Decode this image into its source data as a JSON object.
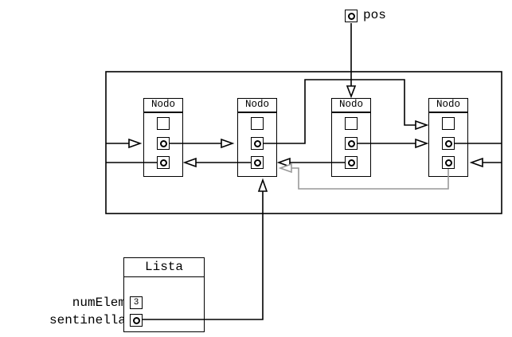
{
  "pos": {
    "label": "pos"
  },
  "nodes": [
    {
      "label": "Nodo"
    },
    {
      "label": "Nodo"
    },
    {
      "label": "Nodo"
    },
    {
      "label": "Nodo"
    }
  ],
  "lista": {
    "title": "Lista",
    "numElem": {
      "label": "numElem",
      "value": "3"
    },
    "sentinella": {
      "label": "sentinella"
    }
  },
  "icons": {
    "pointer": "circle-in-square pointer icon"
  },
  "colors": {
    "line": "#000000",
    "bypass_line": "#999999",
    "background": "#ffffff"
  },
  "edges": [
    {
      "from": "pos",
      "to": "node3.top",
      "style": "black"
    },
    {
      "from": "node1.next",
      "to": "node2",
      "style": "black"
    },
    {
      "from": "node2.next",
      "to": "node4",
      "style": "black",
      "note": "bypasses node3 over the top"
    },
    {
      "from": "node3.next",
      "to": "node4",
      "style": "black"
    },
    {
      "from": "node4.next",
      "to": "node1",
      "style": "black",
      "note": "wrap-around via outer rectangle"
    },
    {
      "from": "node1.prev",
      "to": "node4",
      "style": "black",
      "note": "wrap-around via outer rectangle"
    },
    {
      "from": "node2.prev",
      "to": "node1",
      "style": "black"
    },
    {
      "from": "node3.prev",
      "to": "node2",
      "style": "black"
    },
    {
      "from": "node4.prev",
      "to": "node2",
      "style": "gray",
      "note": "bypasses node3 underneath"
    },
    {
      "from": "lista.sentinella",
      "to": "node2.bottom",
      "style": "black"
    }
  ]
}
